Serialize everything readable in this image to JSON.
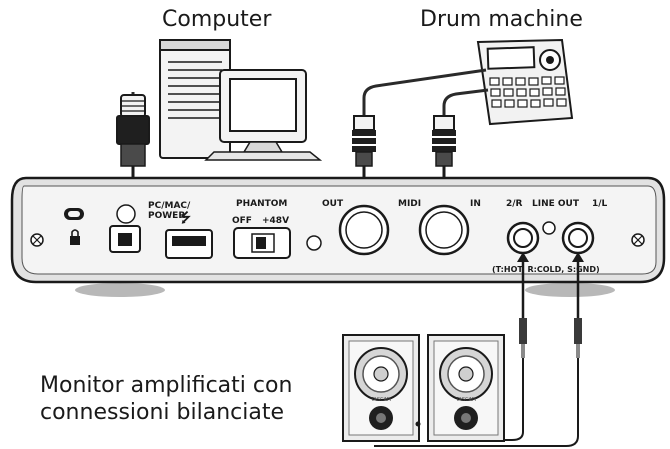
{
  "labels": {
    "computer": "Computer",
    "drum_machine": "Drum machine",
    "monitors_line1": "Monitor amplificati con",
    "monitors_line2": "connessioni bilanciate"
  },
  "panel": {
    "pc_mac_power_1": "PC/MAC/",
    "pc_mac_power_2": "POWER",
    "usb_symbol": "⭍",
    "phantom": "PHANTOM",
    "phantom_off": "OFF",
    "phantom_48v": "+48V",
    "midi_out": "OUT",
    "midi": "MIDI",
    "midi_in": "IN",
    "line_out_2r": "2/R",
    "line_out": "LINE OUT",
    "line_out_1l": "1/L",
    "line_out_pinout": "(T:HOT, R:COLD, S:GND)"
  },
  "speaker_brand": "TASCAM",
  "colors": {
    "ink": "#1a1a1a",
    "device_body": "#dcdcdc",
    "device_face": "#efefef",
    "cable": "#2a2a2a"
  }
}
